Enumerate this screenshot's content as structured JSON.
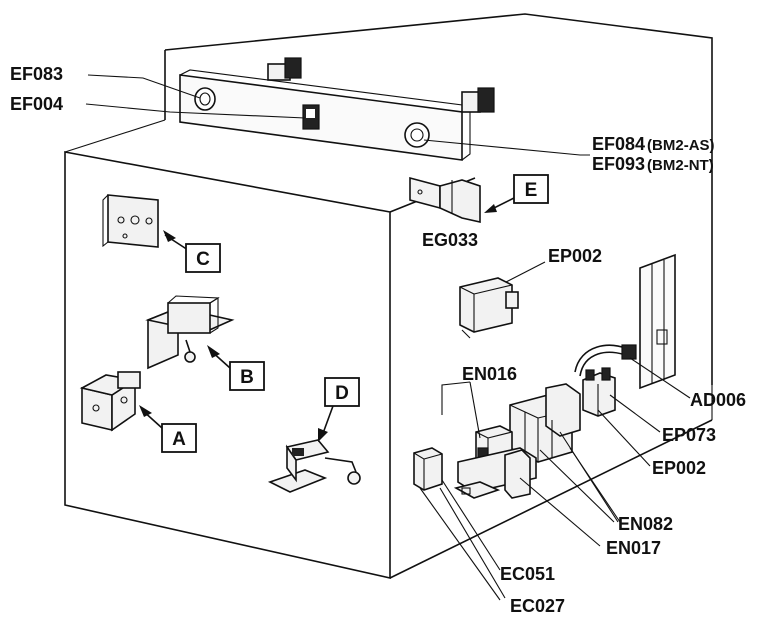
{
  "labels": {
    "ef083": "EF083",
    "ef004": "EF004",
    "ef084": "EF084",
    "ef084_variant": "(BM2-AS)",
    "ef093": "EF093",
    "ef093_variant": "(BM2-NT)",
    "eg033": "EG033",
    "ep002_top": "EP002",
    "en016": "EN016",
    "ad006": "AD006",
    "ep073": "EP073",
    "ep002_bottom": "EP002",
    "en082": "EN082",
    "en017": "EN017",
    "ec051": "EC051",
    "ec027": "EC027"
  },
  "callouts": {
    "a": "A",
    "b": "B",
    "c": "C",
    "d": "D",
    "e": "E"
  }
}
